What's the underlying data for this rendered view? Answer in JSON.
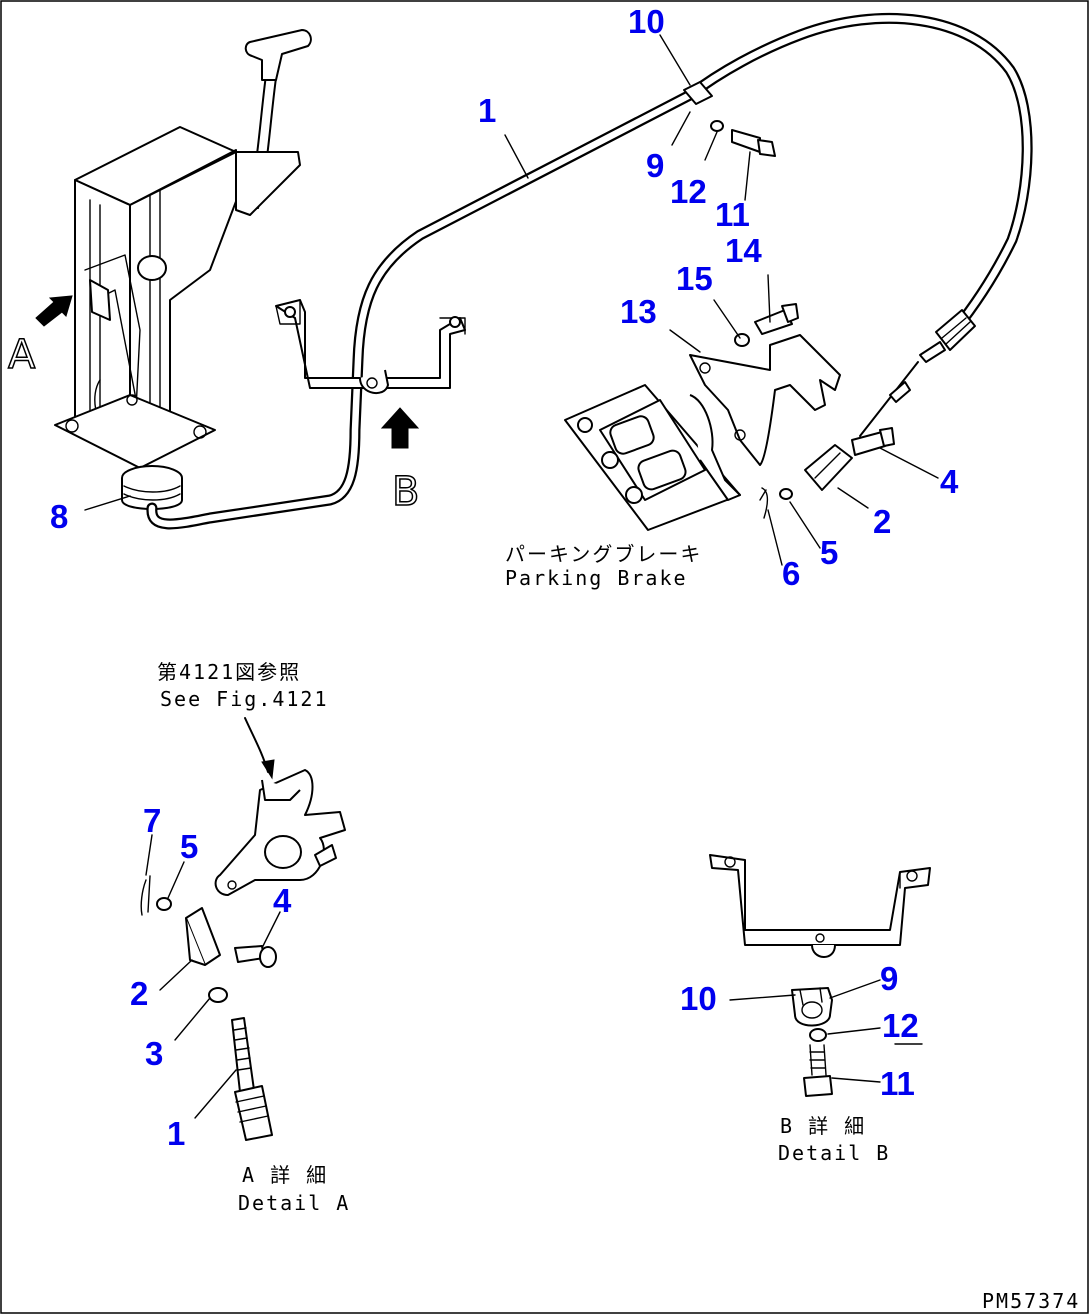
{
  "callouts_main": [
    "1",
    "10",
    "9",
    "12",
    "11",
    "14",
    "15",
    "13",
    "4",
    "2",
    "5",
    "6",
    "8"
  ],
  "view_markers": {
    "a": "A",
    "b": "B"
  },
  "parking_brake": {
    "jp": "パーキングブレーキ",
    "en": "Parking Brake"
  },
  "see_fig": {
    "jp": "第4121図参照",
    "en": "See Fig.4121"
  },
  "detail_a": {
    "jp": "A 詳 細",
    "en": "Detail A",
    "callouts": [
      "7",
      "5",
      "4",
      "2",
      "3",
      "1"
    ]
  },
  "detail_b": {
    "jp": "B 詳 細",
    "en": "Detail B",
    "callouts": [
      "10",
      "9",
      "12",
      "11"
    ]
  },
  "drawing_id": "PM57374"
}
